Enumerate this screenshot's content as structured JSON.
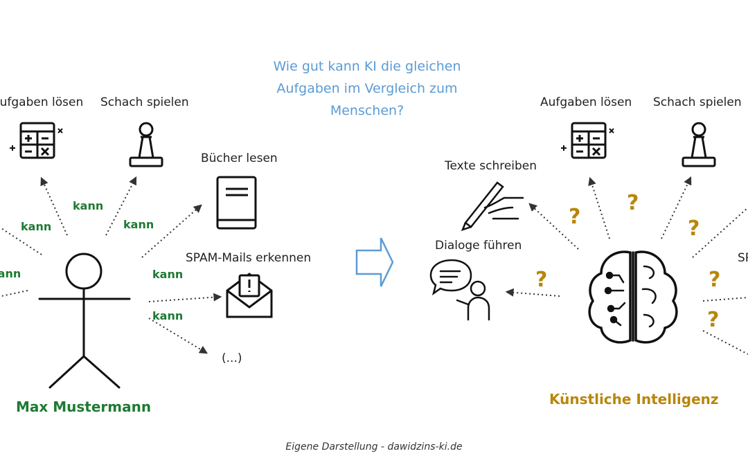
{
  "title": "Wie gut kann KI die gleichen Aufgaben im Vergleich zum Menschen?",
  "footer": "Eigene Darstellung - dawidzins-ki.de",
  "colors": {
    "title": "#5b9bd5",
    "kann": "#1e7a32",
    "question": "#b8860b"
  },
  "human": {
    "name": "Max Mustermann",
    "edge_label": "kann",
    "tasks": [
      "Aufgaben lösen",
      "Schach spielen",
      "Bücher lesen",
      "SPAM-Mails erkennen",
      "(...)"
    ]
  },
  "ai": {
    "name": "Künstliche Intelligenz",
    "edge_label": "?",
    "tasks": [
      "Texte schreiben",
      "Dialoge führen",
      "Aufgaben lösen",
      "Schach spielen",
      "SPAM-Mails erkennen"
    ]
  }
}
